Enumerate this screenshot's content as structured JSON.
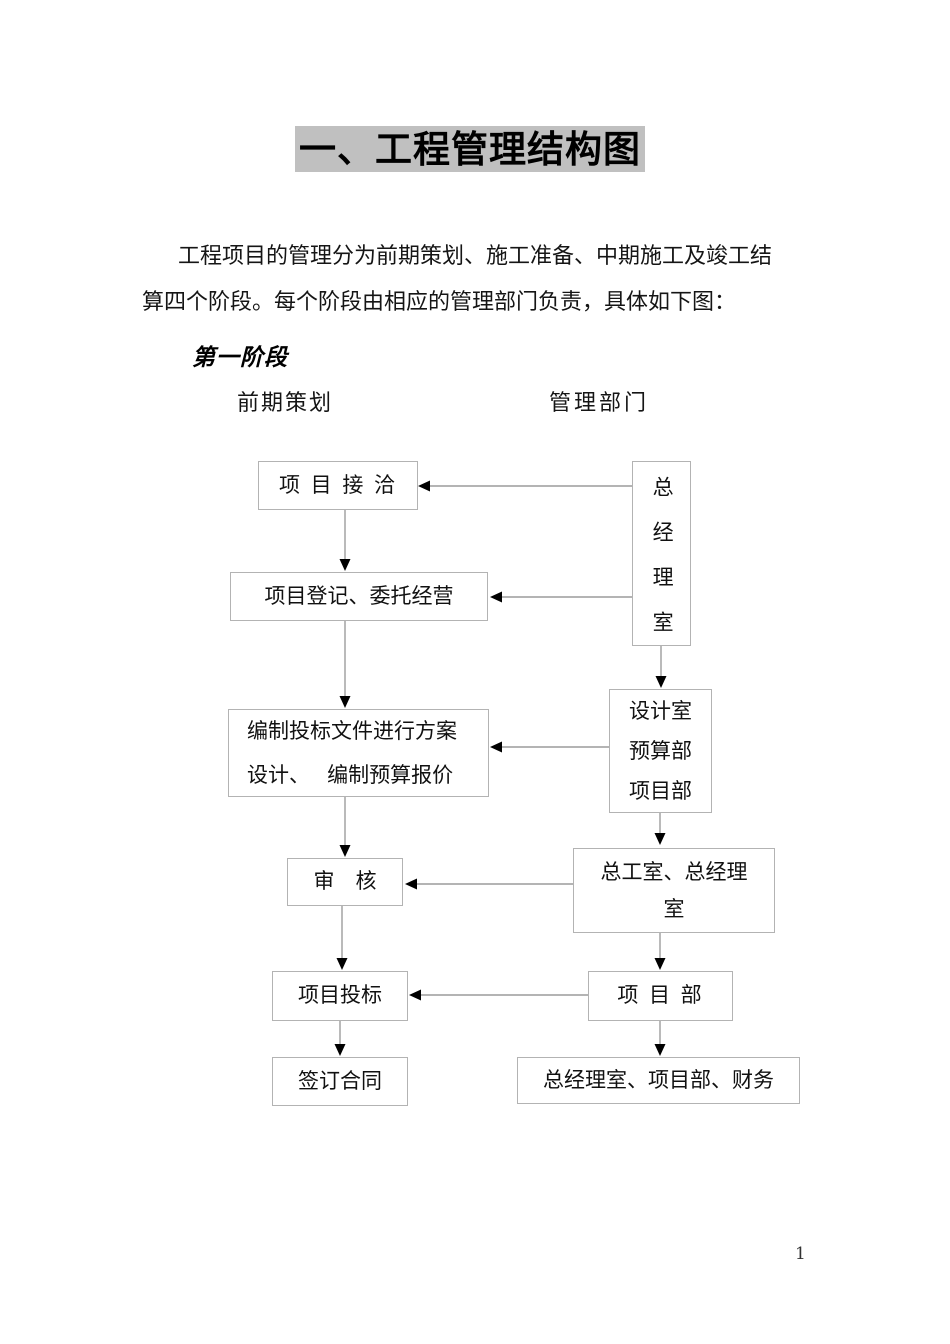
{
  "document": {
    "title": "一、工程管理结构图",
    "paragraph_lines": [
      "工程项目的管理分为前期策划、施工准备、中期施工及竣工结",
      "算四个阶段。每个阶段由相应的管理部门负责，具体如下图："
    ],
    "stage_label": "第一阶段",
    "headers": {
      "left": "前期策划",
      "right": "管理部门"
    },
    "page_number": "1"
  },
  "flowchart": {
    "left_column": {
      "n1": "项 目 接 洽",
      "n2": "项目登记、委托经营",
      "n3_line1": "编制投标文件进行方案",
      "n3_line2": "设计、　 编制预算报价",
      "n4": "审　核",
      "n5": "项目投标",
      "n6": "签订合同"
    },
    "right_column": {
      "r1": "总经理室",
      "r2_line1": "设计室",
      "r2_line2": "预算部",
      "r2_line3": "项目部",
      "r3_line1": "总工室、总经理",
      "r3_line2": "室",
      "r4": "项 目 部",
      "r5": "总经理室、项目部、财务"
    },
    "connections": [
      {
        "from": "总经理室",
        "to": "项目接洽"
      },
      {
        "from": "项目接洽",
        "to": "项目登记、委托经营"
      },
      {
        "from": "总经理室",
        "to": "项目登记、委托经营"
      },
      {
        "from": "项目登记、委托经营",
        "to": "编制投标文件进行方案设计、编制预算报价"
      },
      {
        "from": "总经理室",
        "to": "设计室预算部项目部"
      },
      {
        "from": "设计室预算部项目部",
        "to": "编制投标文件进行方案设计、编制预算报价"
      },
      {
        "from": "编制投标文件进行方案设计、编制预算报价",
        "to": "审核"
      },
      {
        "from": "设计室预算部项目部",
        "to": "总工室、总经理室"
      },
      {
        "from": "总工室、总经理室",
        "to": "审核"
      },
      {
        "from": "审核",
        "to": "项目投标"
      },
      {
        "from": "总工室、总经理室",
        "to": "项目部"
      },
      {
        "from": "项目部",
        "to": "项目投标"
      },
      {
        "from": "项目投标",
        "to": "签订合同"
      },
      {
        "from": "项目部",
        "to": "总经理室、项目部、财务"
      }
    ],
    "colors": {
      "title_highlight": "#c0c0c0",
      "box_border": "#b3b3b3",
      "connector_line": "#9c9c9c",
      "arrowhead": "#000000"
    }
  }
}
